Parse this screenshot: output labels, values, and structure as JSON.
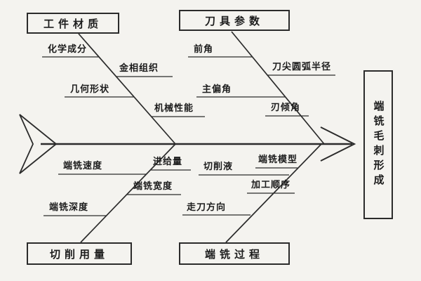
{
  "effect": {
    "label": "端铣毛刺形成"
  },
  "categories": {
    "workpiece": {
      "label": "工件材质"
    },
    "tool": {
      "label": "刀具参数"
    },
    "cutting": {
      "label": "切削用量"
    },
    "process": {
      "label": "端铣过程"
    }
  },
  "factors": {
    "workpiece": [
      "化学成分",
      "金相组织",
      "几何形状",
      "机械性能"
    ],
    "tool": [
      "前角",
      "刀尖圆弧半径",
      "主偏角",
      "刃倾角"
    ],
    "cutting": [
      "端铣速度",
      "进给量",
      "端铣宽度",
      "端铣深度"
    ],
    "process": [
      "切削液",
      "端铣模型",
      "加工顺序",
      "走刀方向"
    ]
  },
  "colors": {
    "line": "#2b2b2b",
    "background": "#f4f3ef",
    "text": "#1c1c1c"
  }
}
